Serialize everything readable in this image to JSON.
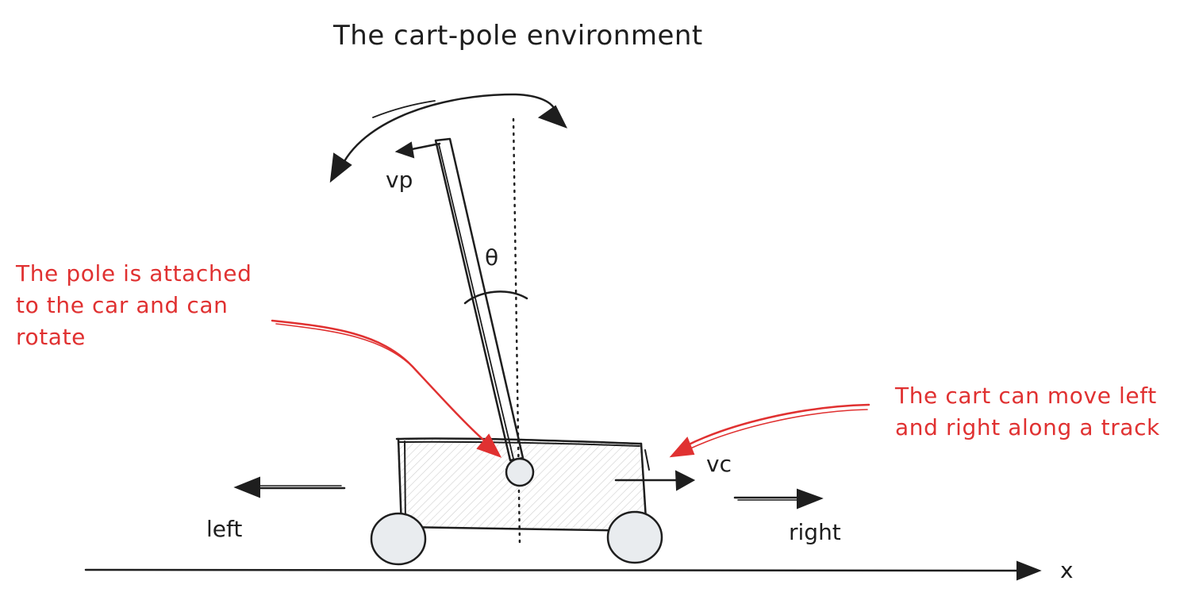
{
  "title": "The cart-pole environment",
  "labels": {
    "pole_velocity": "vp",
    "angle": "θ",
    "cart_velocity": "vc",
    "left": "left",
    "right": "right",
    "axis": "x"
  },
  "annotations": {
    "pole": [
      "The pole is attached",
      "to the car and can",
      "rotate"
    ],
    "cart": [
      "The cart can move left",
      "and right along a track"
    ]
  },
  "colors": {
    "ink": "#1e1e1e",
    "annotation": "#e03131",
    "wheel_fill": "#e9ecef",
    "cart_hatch": "#c8c8c8"
  }
}
